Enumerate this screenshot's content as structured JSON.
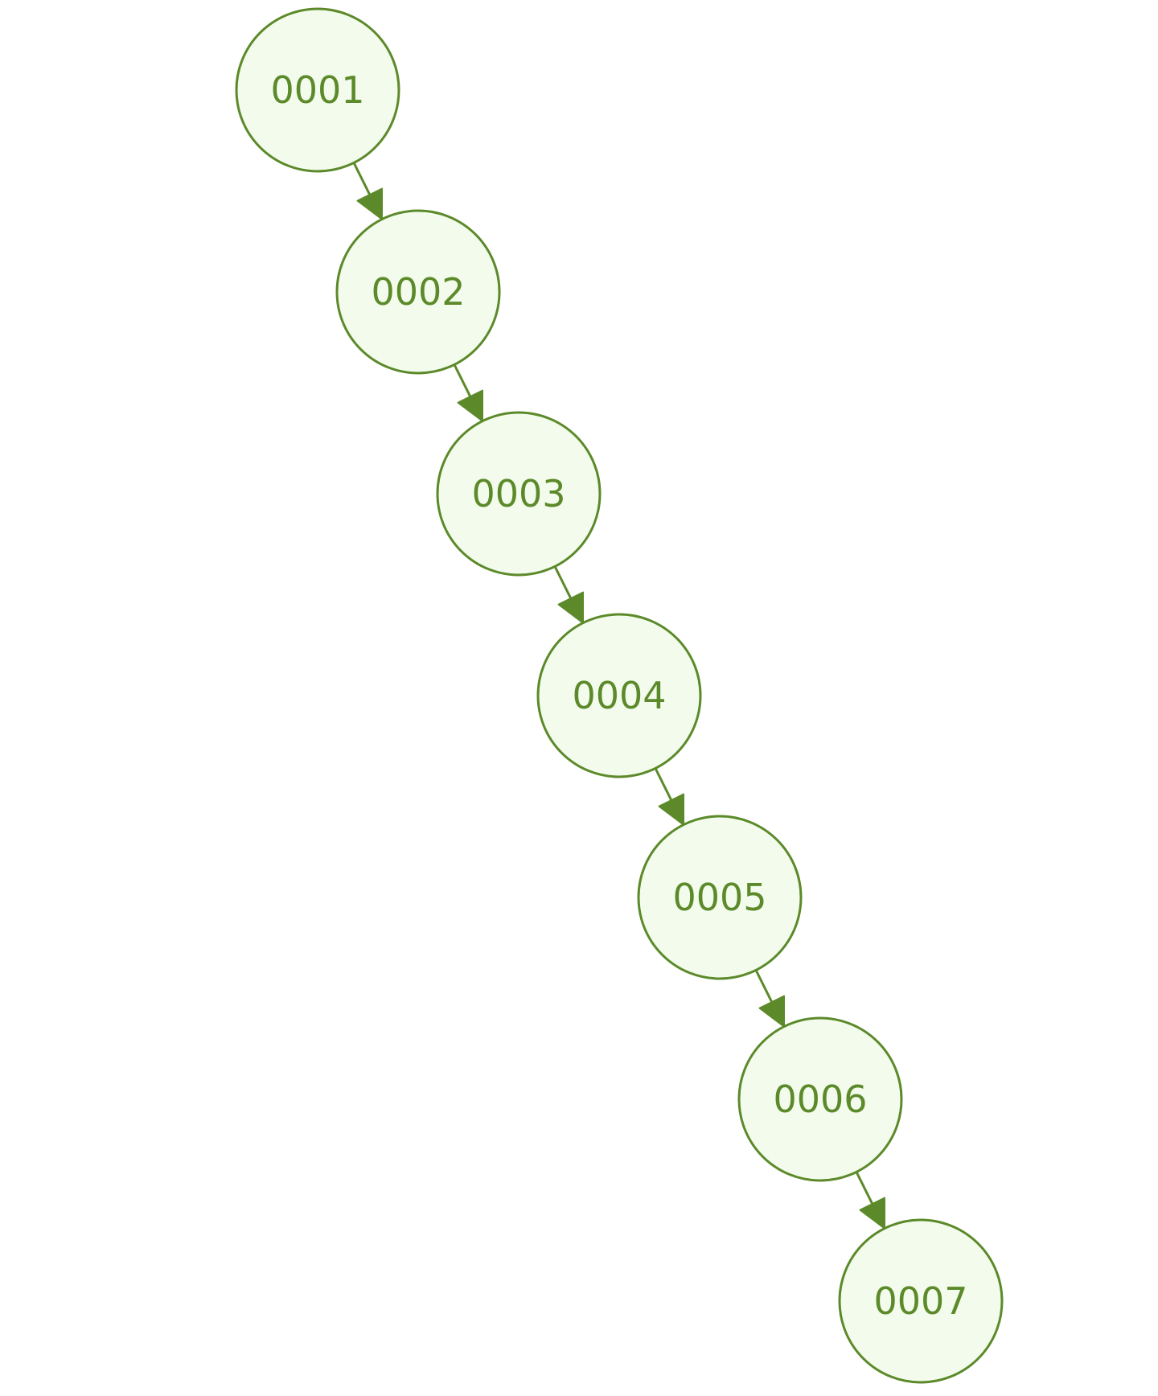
{
  "diagram": {
    "type": "linked-chain",
    "colors": {
      "node_fill": "#f3fcec",
      "node_stroke": "#5c8a2a",
      "label": "#5c8a2a",
      "edge": "#5c8a2a"
    },
    "nodes": [
      {
        "id": "n1",
        "label": "0001"
      },
      {
        "id": "n2",
        "label": "0002"
      },
      {
        "id": "n3",
        "label": "0003"
      },
      {
        "id": "n4",
        "label": "0004"
      },
      {
        "id": "n5",
        "label": "0005"
      },
      {
        "id": "n6",
        "label": "0006"
      },
      {
        "id": "n7",
        "label": "0007"
      }
    ],
    "edges": [
      {
        "from": "n1",
        "to": "n2"
      },
      {
        "from": "n2",
        "to": "n3"
      },
      {
        "from": "n3",
        "to": "n4"
      },
      {
        "from": "n4",
        "to": "n5"
      },
      {
        "from": "n5",
        "to": "n6"
      },
      {
        "from": "n6",
        "to": "n7"
      }
    ]
  }
}
